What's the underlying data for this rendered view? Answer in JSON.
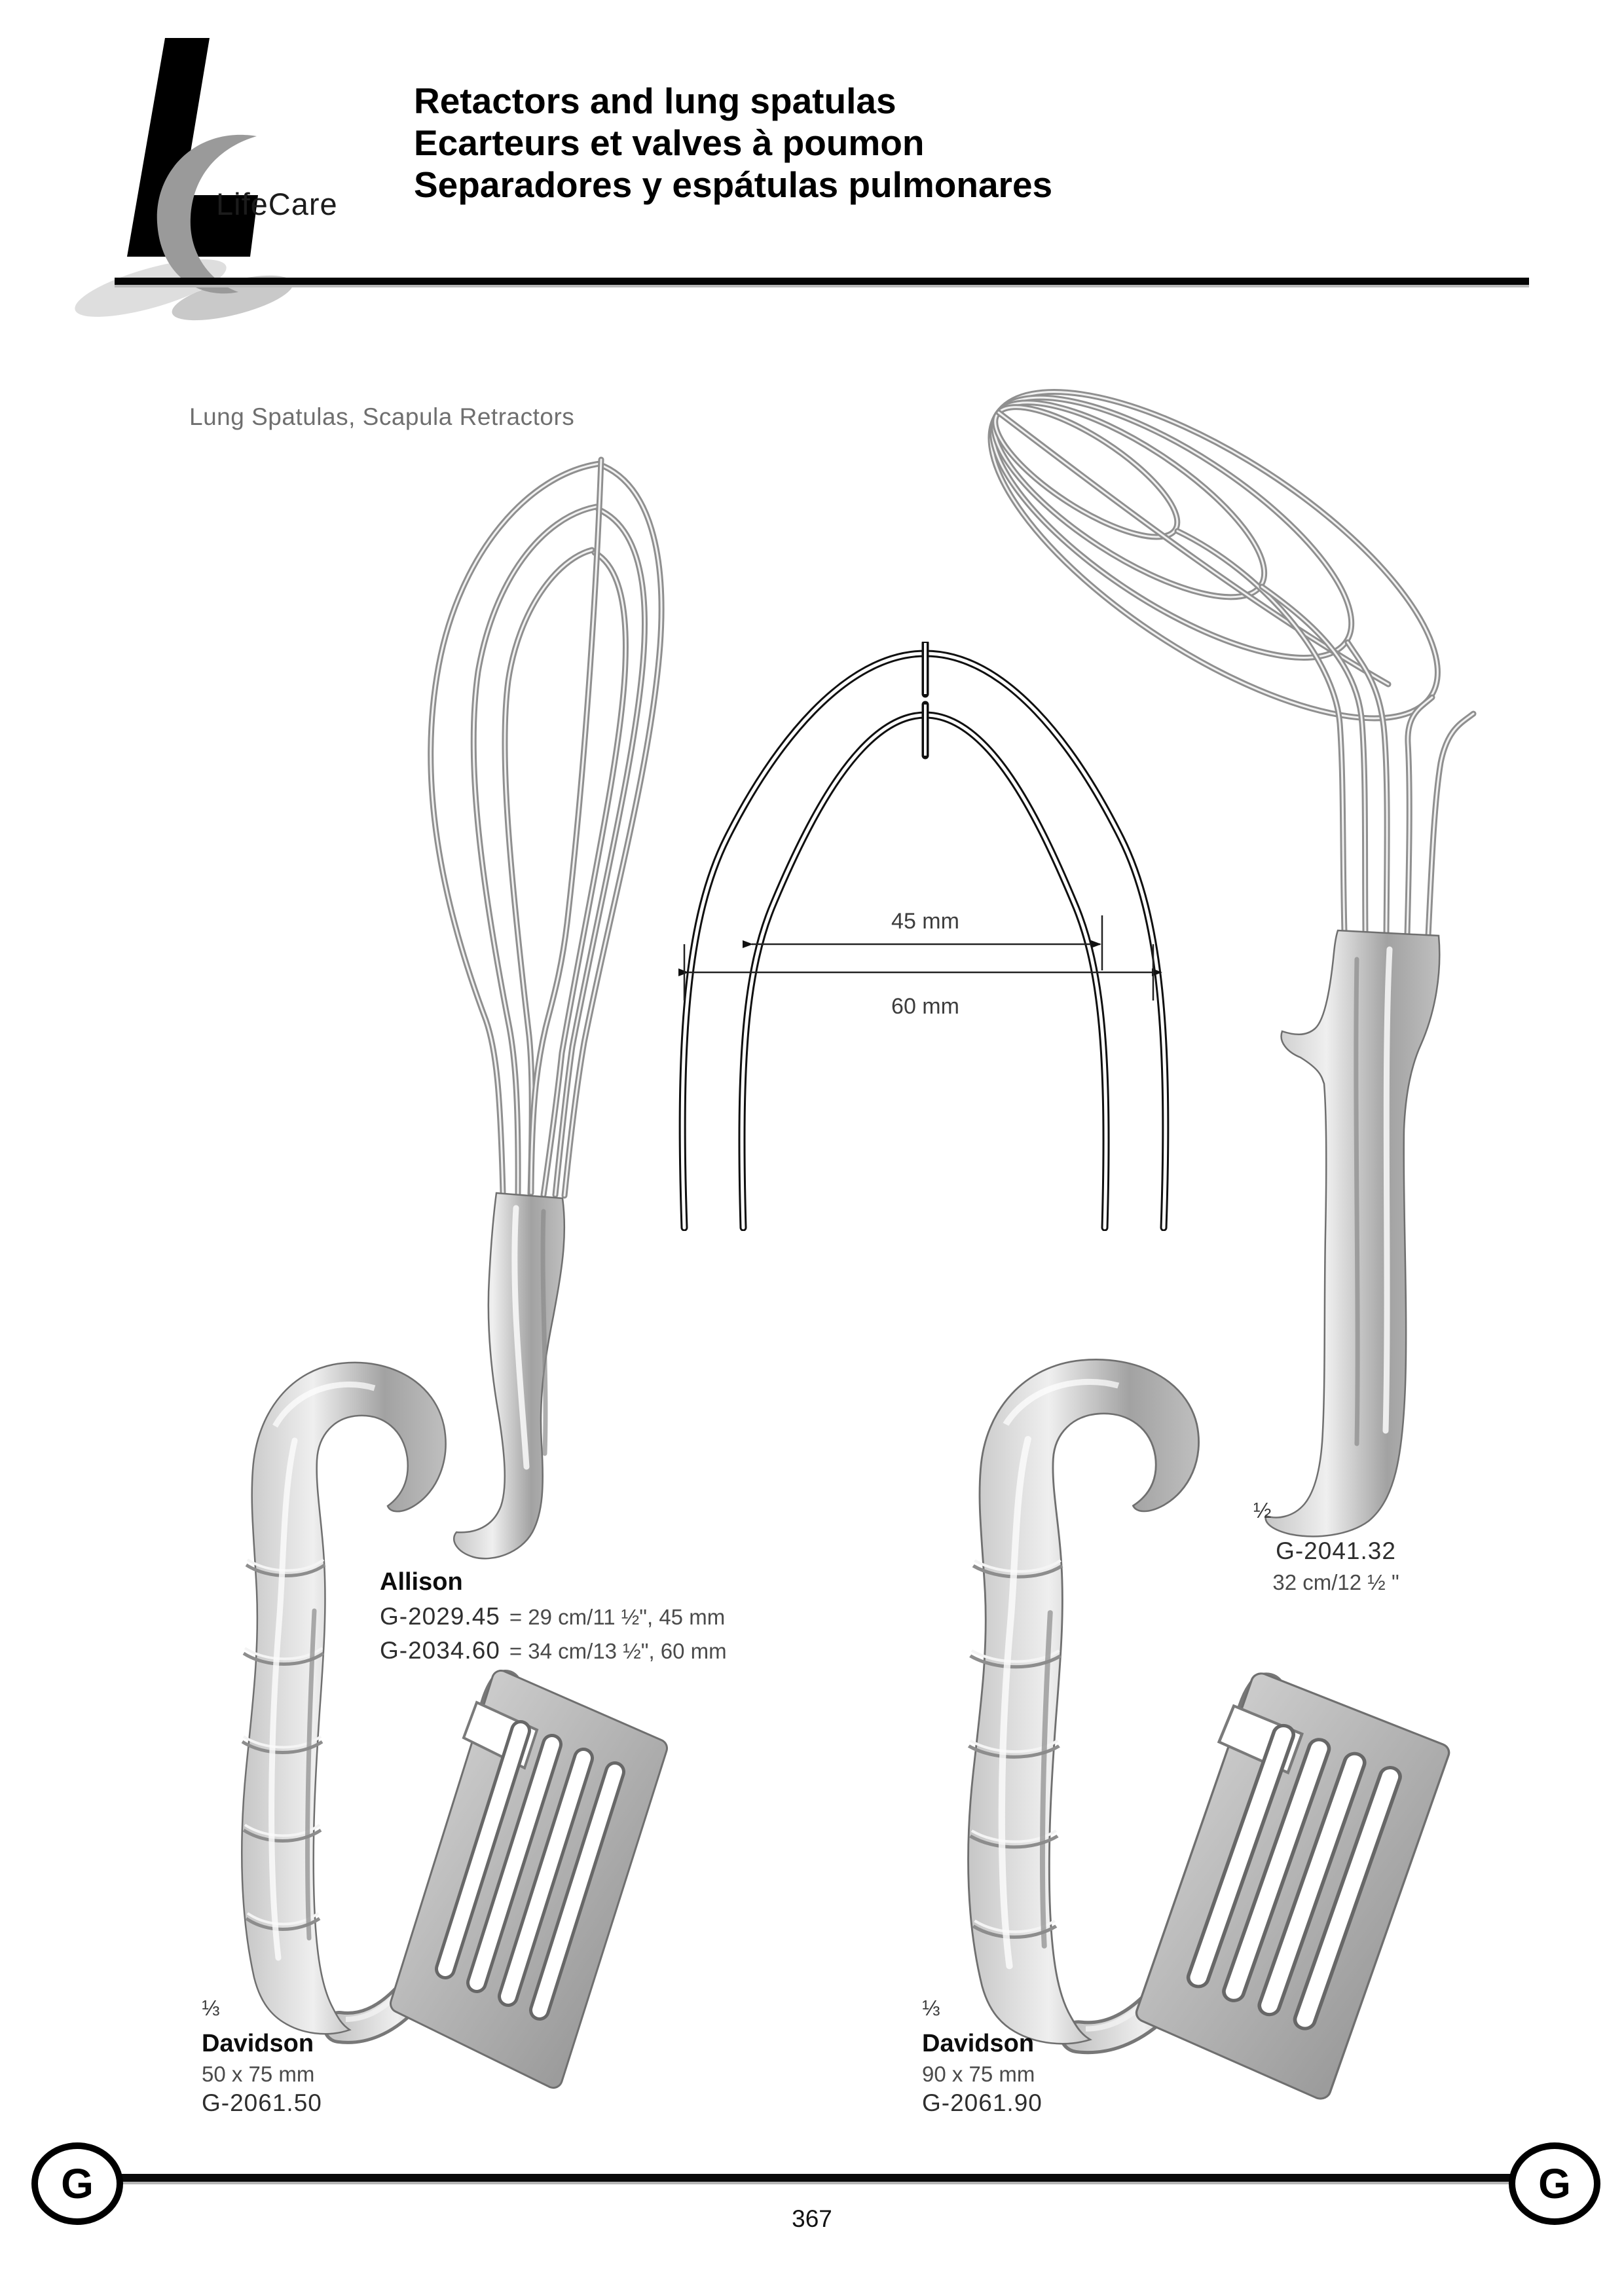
{
  "brand": {
    "name": "LifeCare"
  },
  "header": {
    "title_en": "Retactors and lung spatulas",
    "title_fr": "Ecarteurs et valves à poumon",
    "title_es": "Separadores y espátulas pulmonares"
  },
  "section_label": "Lung Spatulas, Scapula Retractors",
  "diagram": {
    "inner_width_label": "45 mm",
    "outer_width_label": "60 mm"
  },
  "products": {
    "allison": {
      "name": "Allison",
      "items": [
        {
          "code": "G-2029.45",
          "spec": "= 29 cm/11 ½\", 45 mm"
        },
        {
          "code": "G-2034.60",
          "spec": "= 34 cm/13 ½\", 60 mm"
        }
      ]
    },
    "retractor_2041": {
      "scale_note": "½",
      "code": "G-2041.32",
      "spec": "32 cm/12 ½ \""
    },
    "davidson_left": {
      "scale_note": "⅓",
      "name": "Davidson",
      "size": "50 x 75 mm",
      "code": "G-2061.50"
    },
    "davidson_right": {
      "scale_note": "⅓",
      "name": "Davidson",
      "size": "90 x 75 mm",
      "code": "G-2061.90"
    }
  },
  "footer": {
    "section_letter": "G",
    "page_number": "367"
  }
}
